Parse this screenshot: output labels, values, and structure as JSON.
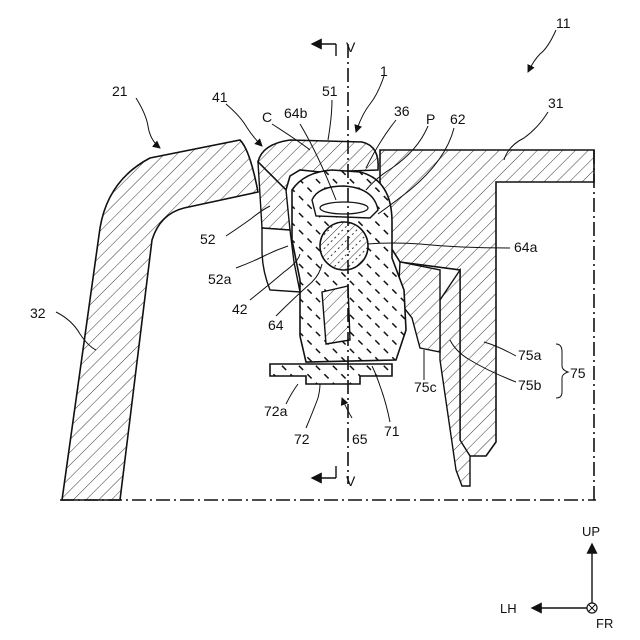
{
  "labels": {
    "l11": "11",
    "l1": "1",
    "l21": "21",
    "l41": "41",
    "lC": "C",
    "l64b": "64b",
    "l51": "51",
    "l36": "36",
    "lP": "P",
    "l62": "62",
    "l31": "31",
    "l52": "52",
    "l52a": "52a",
    "l64a": "64a",
    "l42": "42",
    "l64": "64",
    "l32": "32",
    "l75a": "75a",
    "l75": "75",
    "l75b": "75b",
    "l75c": "75c",
    "l72a": "72a",
    "l71": "71",
    "l72": "72",
    "l65": "65",
    "lV_top": "V",
    "lV_bottom": "V",
    "lUP": "UP",
    "lLH": "LH",
    "lFR": "FR"
  }
}
